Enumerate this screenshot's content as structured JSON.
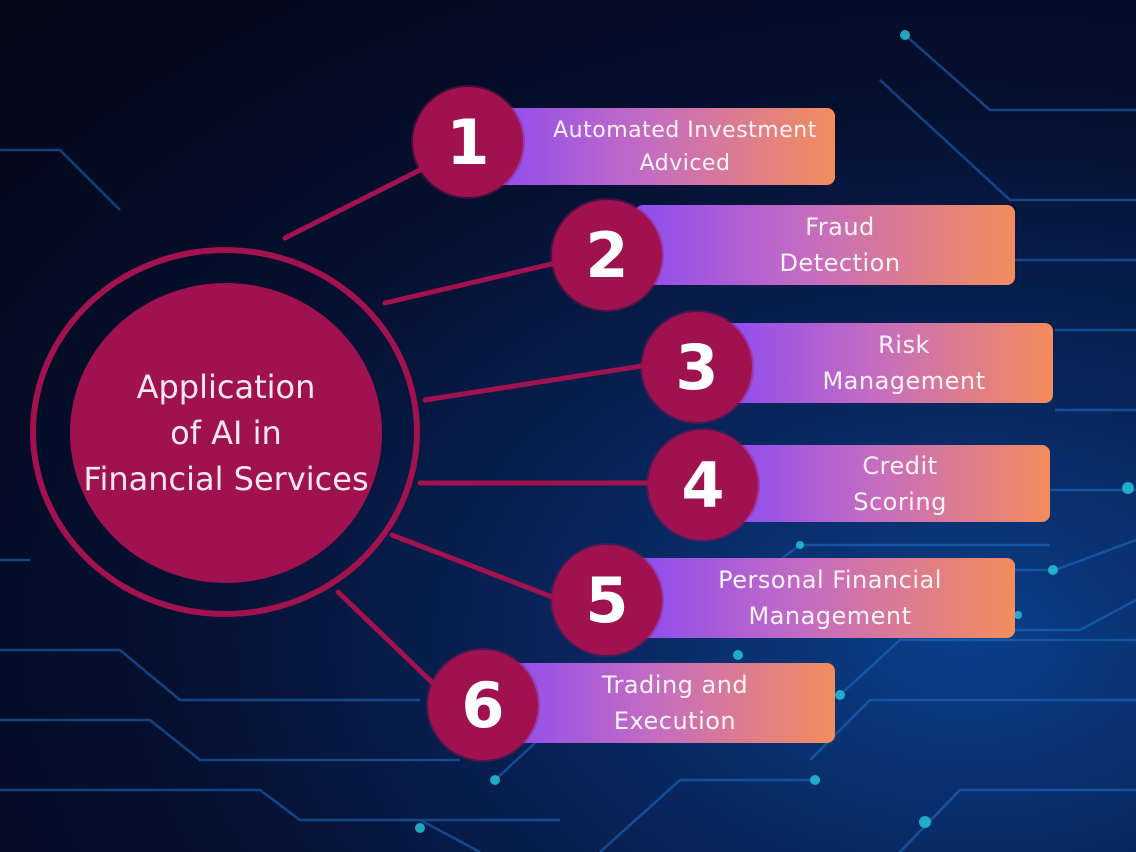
{
  "hub": {
    "title": "Application\nof AI in\nFinancial Services"
  },
  "items": [
    {
      "number": "1",
      "label": "Automated Investment\nAdviced"
    },
    {
      "number": "2",
      "label": "Fraud\nDetection"
    },
    {
      "number": "3",
      "label": "Risk\nManagement"
    },
    {
      "number": "4",
      "label": "Credit\nScoring"
    },
    {
      "number": "5",
      "label": "Personal Financial\nManagement"
    },
    {
      "number": "6",
      "label": "Trading and\nExecution"
    }
  ],
  "colors": {
    "background": "#050f2e",
    "hub": "#a0114f",
    "connector": "#a2124e",
    "gradient_start": "#8e4cf0",
    "gradient_end": "#f48c5c",
    "circuit": "#1e7fd6"
  }
}
